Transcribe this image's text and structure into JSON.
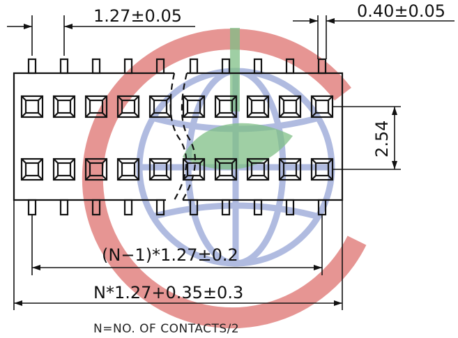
{
  "drawing": {
    "pitch_label": "1.27±0.05",
    "pin_width_label": "0.40±0.05",
    "row_spacing_label": "2.54",
    "span_label": "(N−1)*1.27±0.2",
    "overall_label": "N*1.27+0.35±0.3",
    "footnote": "N=NO. OF CONTACTS/2"
  },
  "watermark": {
    "ring_color": "#e07a78",
    "globe_color": "#8f9fd4",
    "leaf_color": "#7fbf86"
  }
}
